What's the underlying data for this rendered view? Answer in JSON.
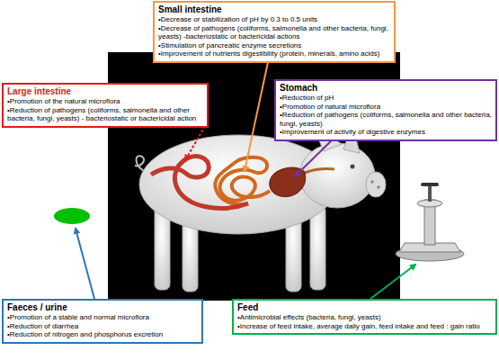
{
  "diagram": {
    "nodes": [
      {
        "text": [
          "Small intestine",
          "•Decrease or stabilization of pH by 0.3 to 0.5 units",
          "•Decrease of pathogens (coliforms, salmonella and other bacteria, fungi, yeasts) -bacteriostatic or bactericidal actions",
          "•Stimulation of pancreatic enzyme secretions",
          "•Improvement of nutrients digestibility (protein, minerals, amino acids)"
        ]
      },
      {
        "text": [
          "Large intestine",
          "•Promotion of the natural microflora",
          "•Reduction of pathogens (coliforms, salmonella and other bacteria, fungi, yeasts) - bacteriostatic or bactericidal action"
        ]
      },
      {
        "text": [
          "Stomach",
          "•Reduction of pH",
          "•Promotion of natural microflora",
          "•Reduction of pathogens (coliforms, salmonella and other bacteria, fungi, yeasts)",
          "•Improvement of activity of digestive enzymes"
        ]
      },
      {
        "text": [
          "Faeces / urine",
          "•Promotion of a stable and normal microflora",
          "•Reduction of diarrhea",
          "•Reduction of nitrogen and phosphorus excretion"
        ]
      },
      {
        "text": [
          "Feed",
          "•Antimicrobial effects (bacteria, fungi, yeasts)",
          "•Increase of feed intake, average daily gain, feed intake and feed : gain ratio"
        ]
      }
    ]
  }
}
